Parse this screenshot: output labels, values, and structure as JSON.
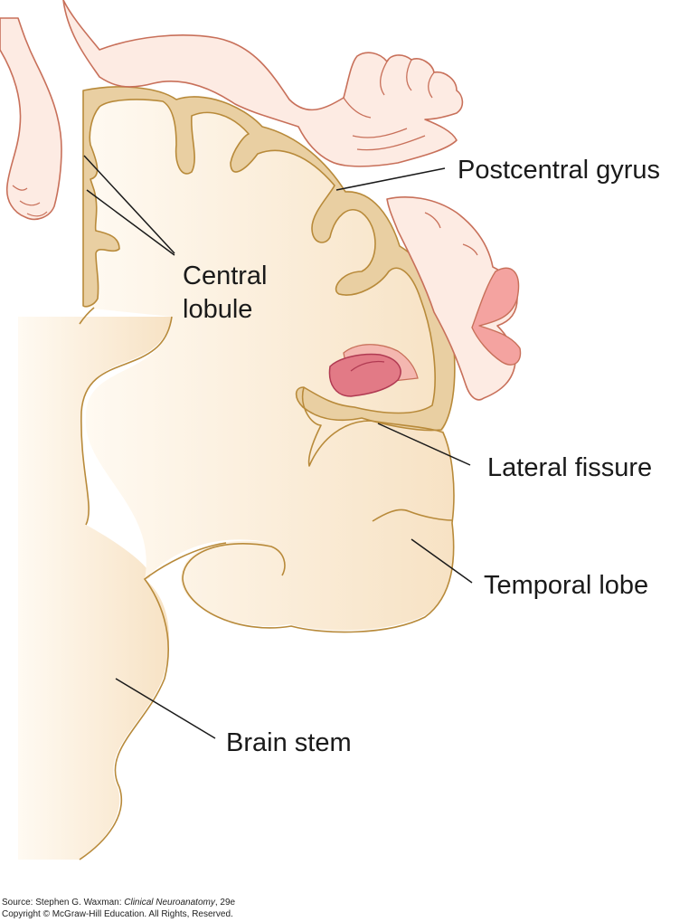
{
  "labels": {
    "postcentral_gyrus": "Postcentral gyrus",
    "central_lobule_line1": "Central",
    "central_lobule_line2": "lobule",
    "lateral_fissure": "Lateral fissure",
    "temporal_lobe": "Temporal lobe",
    "brain_stem": "Brain stem"
  },
  "source": {
    "prefix": "Source: Stephen G. Waxman: ",
    "book_title": "Clinical Neuroanatomy",
    "edition": ", 29e",
    "copyright": "Copyright © McGraw-Hill Education. All Rights, Reserved."
  },
  "colors": {
    "outline": "#b88a3a",
    "cortex_band": "#e9cfa2",
    "brain_fill": "#fbeedd",
    "homunculus_outline": "#c8705a",
    "homunculus_fill": "#fdebe3",
    "lip_fill": "#f4a3a0",
    "tongue_fill": "#e27a86"
  }
}
